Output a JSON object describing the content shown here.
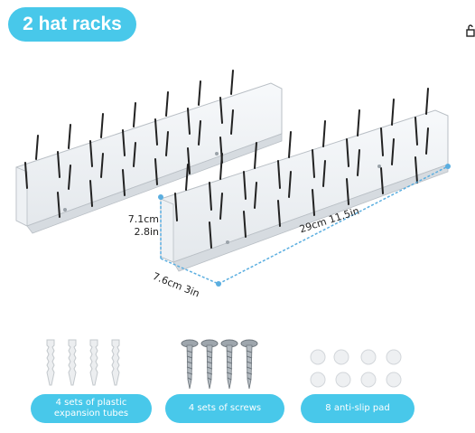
{
  "badge": {
    "label": "2 hat racks"
  },
  "dimensions": {
    "height_cm": "7.1cm",
    "height_in": "2.8in",
    "length": "29cm 11.5in",
    "width": "7.6cm 3in"
  },
  "accessories": [
    {
      "label_line1": "4 sets of plastic",
      "label_line2": "expansion tubes"
    },
    {
      "label": "4 sets of screws"
    },
    {
      "label": "8 anti-slip pad"
    }
  ],
  "colors": {
    "accent": "#48c8ea",
    "dimension_line": "#5aaee0"
  },
  "icons": {
    "corner": "lock-icon"
  }
}
